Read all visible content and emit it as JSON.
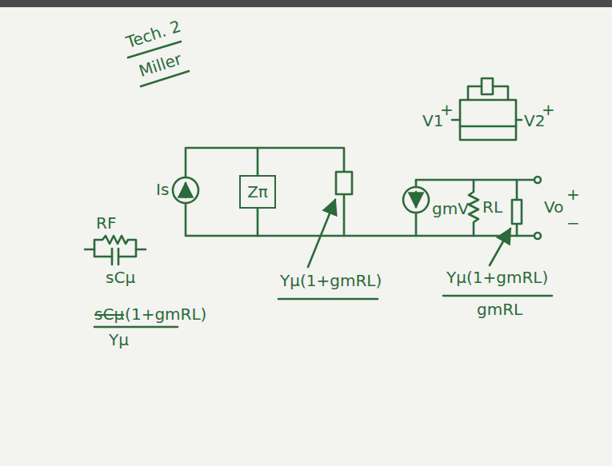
{
  "diagram": {
    "nodes": [
      {
        "text": [
          "Zπ"
        ]
      }
    ],
    "labels": [
      "Tech. 2",
      "Miller",
      "Is",
      "Yμ(1+gmRL)",
      "gmV",
      "RL",
      "Vo",
      "+",
      "−",
      "Yμ(1+gmRL)",
      "gmRL",
      "V1",
      "+",
      "V2",
      "+",
      "RF",
      "sCμ",
      "sCμ",
      "(1+gmRL)",
      "Yμ"
    ]
  }
}
